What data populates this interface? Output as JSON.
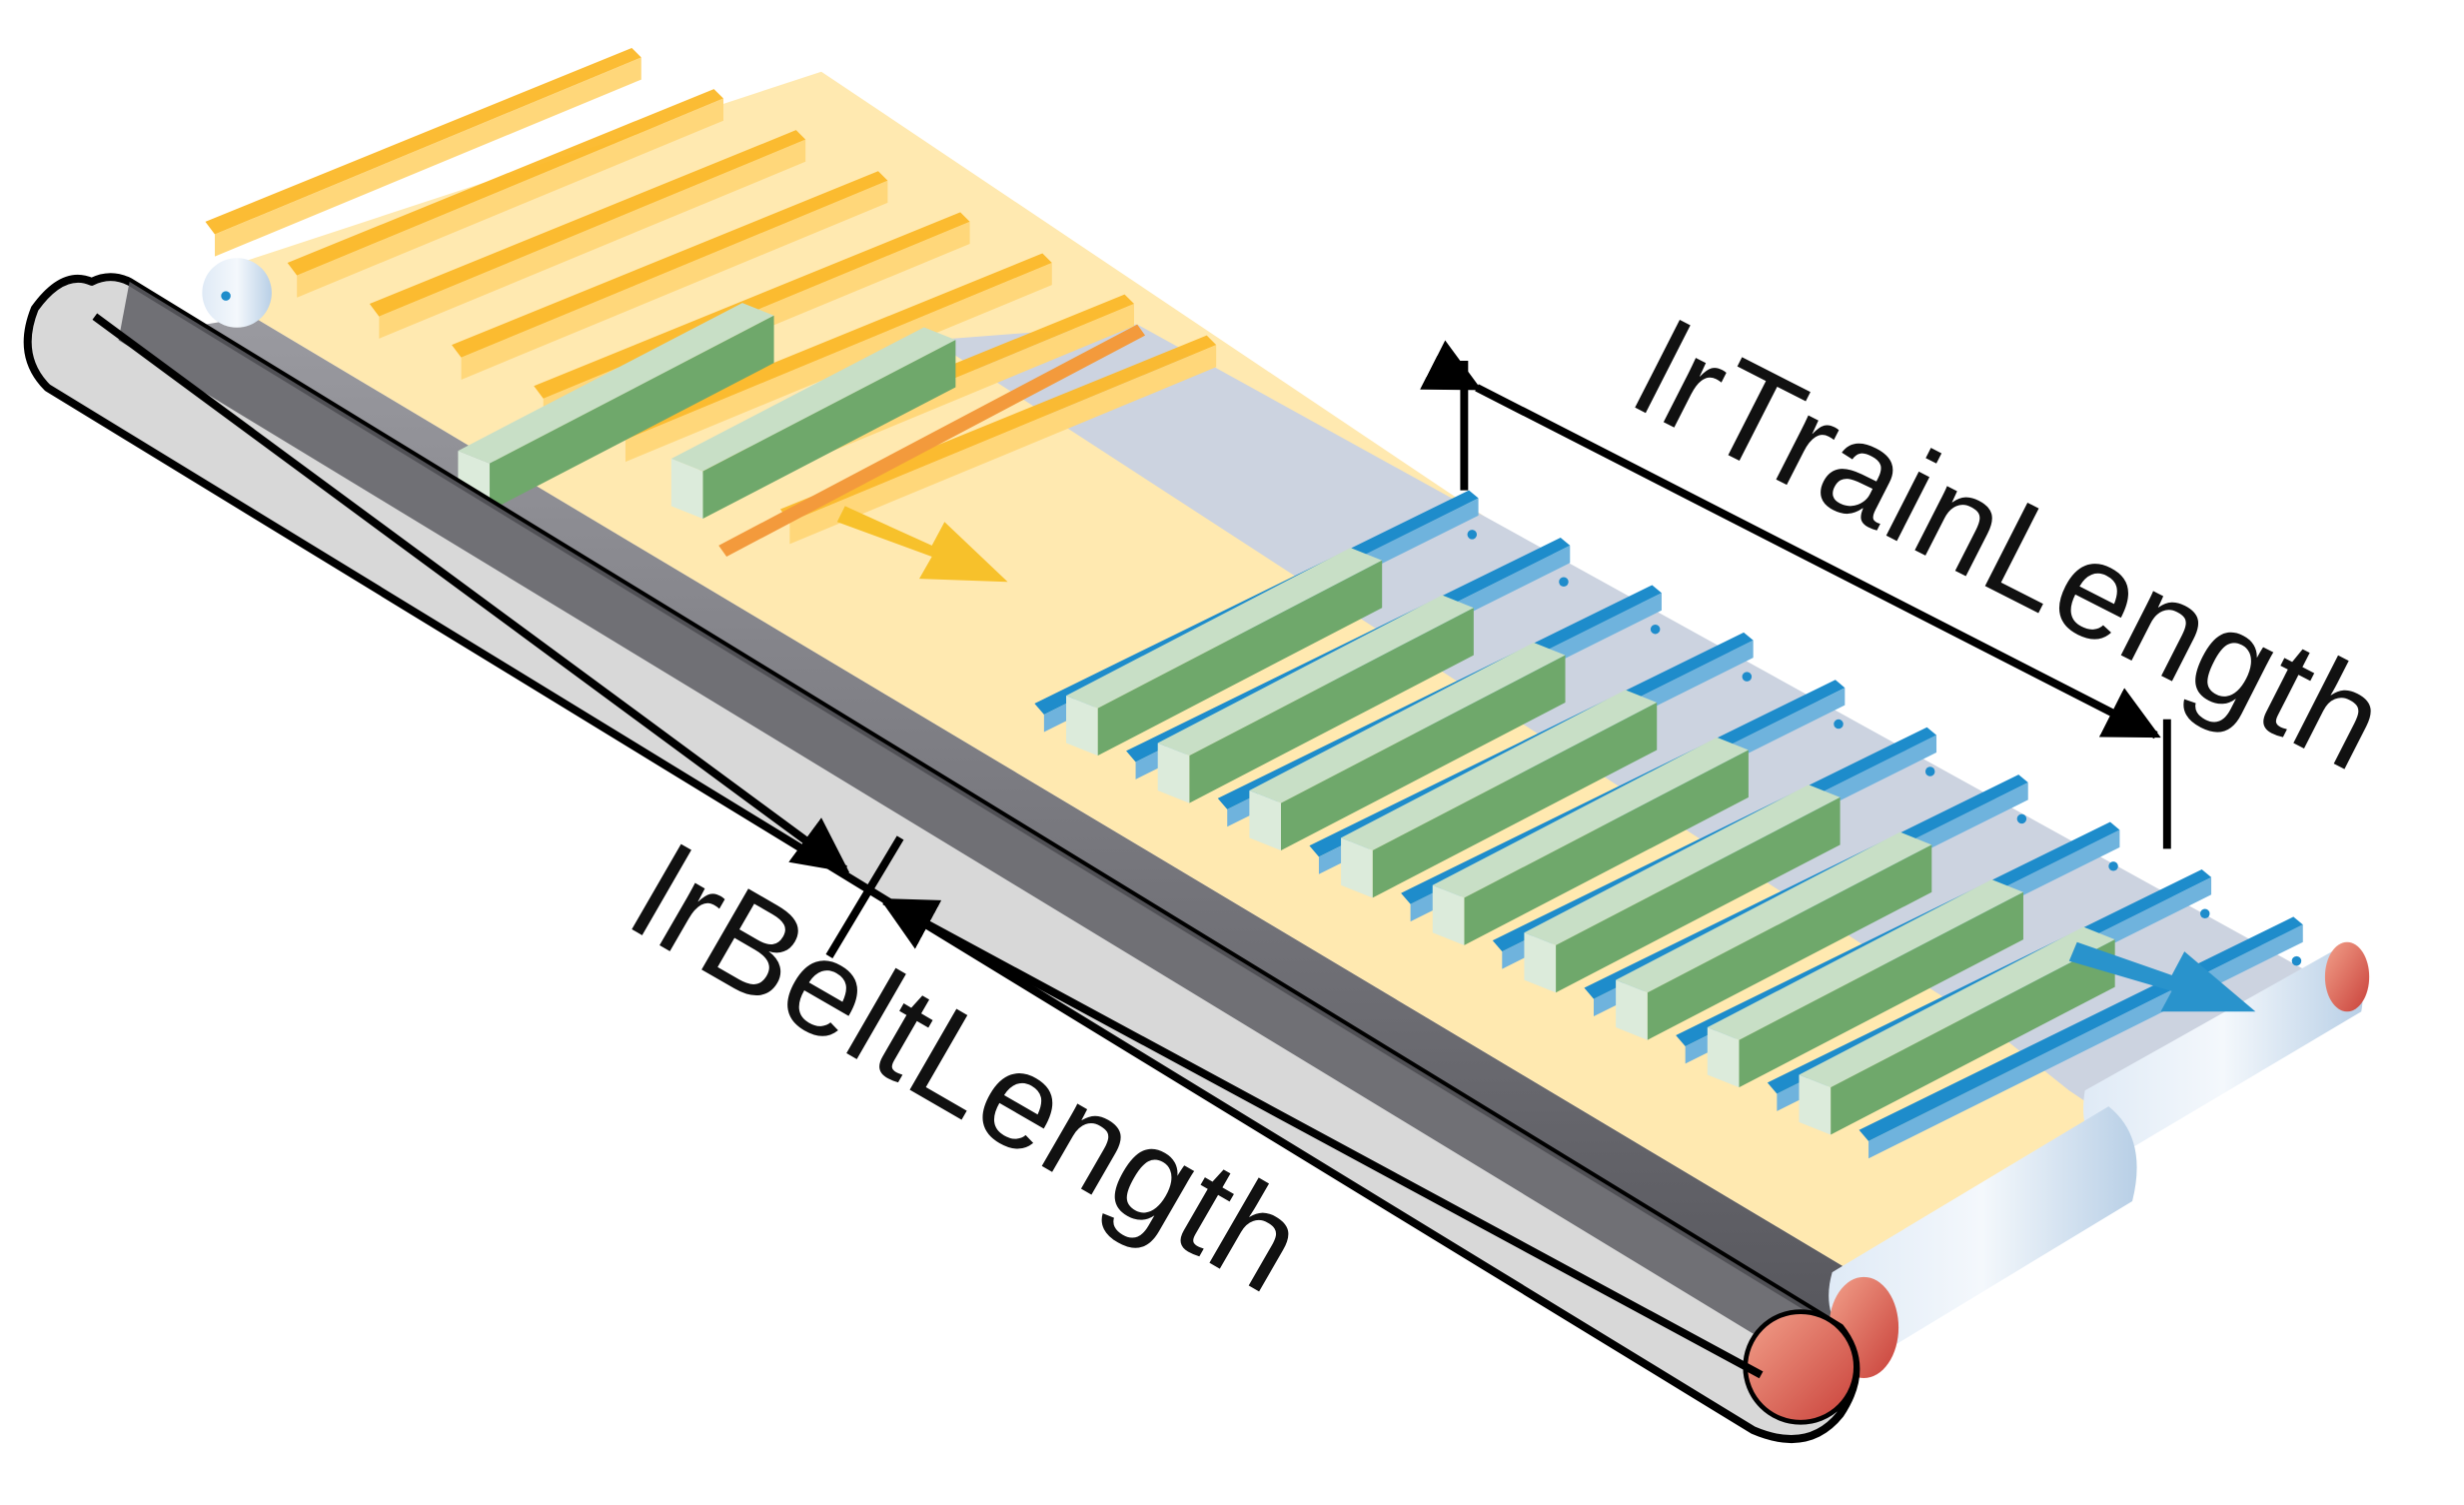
{
  "labels": {
    "train_length": "lrTrainLength",
    "belt_length": "lrBeltLength"
  },
  "colors": {
    "loading_belt_yellow": "#FFE9B0",
    "loading_flight_orange": "#FBB829",
    "moving_belt_blue": "#CCD3E0",
    "moving_flight_blue": "#1E8CCB",
    "product_green": "#6FA86B",
    "product_green_light": "#C8DFC6",
    "roller_red": "#D9534A",
    "outer_belt_grey": "#D8D8D8",
    "frame_dark_grey": "#5E5E64",
    "arrow_yellow": "#F7C12B",
    "arrow_blue": "#2993CC"
  },
  "icons": {
    "loading_direction": "arrow-down-right-yellow",
    "transport_direction": "arrow-down-right-blue"
  }
}
